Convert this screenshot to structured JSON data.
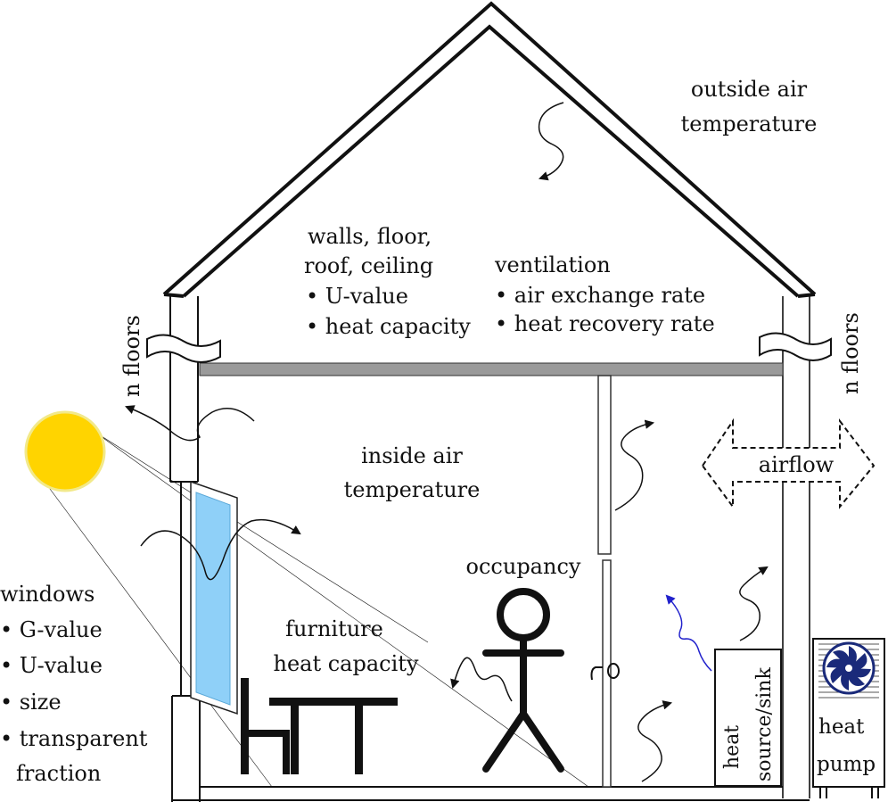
{
  "labels": {
    "outside_air": [
      "outside air",
      "temperature"
    ],
    "walls": [
      "walls, floor,",
      "roof, ceiling"
    ],
    "walls_items": [
      "• U-value",
      "• heat capacity"
    ],
    "ventilation": "ventilation",
    "ventilation_items": [
      "• air exchange rate",
      "• heat recovery rate"
    ],
    "n_floors": "n floors",
    "inside_air": [
      "inside air",
      "temperature"
    ],
    "airflow": "airflow",
    "occupancy": "occupancy",
    "furniture": [
      "furniture",
      "heat capacity"
    ],
    "windows": "windows",
    "windows_items": [
      "• G-value",
      "• U-value",
      "• size",
      "• transparent",
      "fraction"
    ],
    "heat_source": [
      "heat",
      "source/sink"
    ],
    "heat_pump": [
      "heat",
      "pump"
    ]
  },
  "colors": {
    "sun_fill": "#FFD400",
    "sun_stroke": "#F2E98A",
    "glass": "#8FD0F8",
    "ceiling_slab": "#9A9A9A",
    "structure": "#111111",
    "blue_wave": "#2222CC",
    "fan": "#1A2A7A"
  },
  "icons": [
    "sun-icon",
    "fan-icon",
    "person-icon",
    "door-handle-icon",
    "table-icon",
    "chair-icon"
  ]
}
